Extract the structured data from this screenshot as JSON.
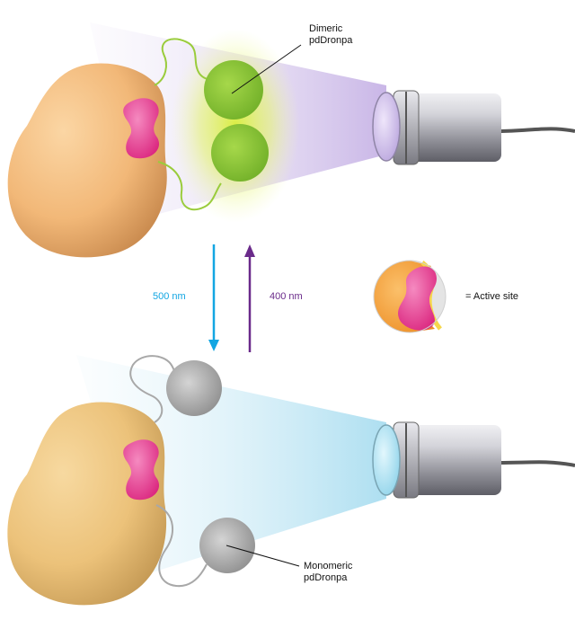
{
  "labels": {
    "dimeric": [
      "Dimeric",
      "pdDronpa"
    ],
    "monomeric": [
      "Monomeric",
      "pdDronpa"
    ],
    "active_site": "= Active site"
  },
  "transitions": [
    {
      "wavelength": "500 nm",
      "direction": "down",
      "color": "#13a6e2"
    },
    {
      "wavelength": "400 nm",
      "direction": "up",
      "color": "#6a2a8a"
    }
  ],
  "colors": {
    "protein": "#f0b777",
    "active_site": "#e8388c",
    "fluorescent_green": "#8bc63e",
    "dark_grey": "#9a9a9a",
    "violet_light": "#c9b6e6",
    "cyan_light": "#b6e2f2"
  }
}
